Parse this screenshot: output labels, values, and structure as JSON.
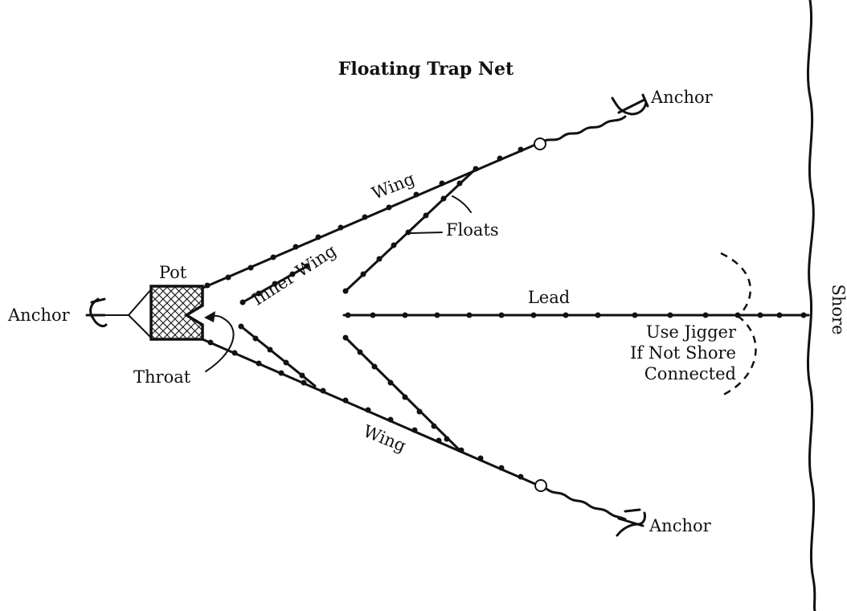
{
  "title": "Floating Trap Net",
  "labels": {
    "anchor_top": "Anchor",
    "anchor_left": "Anchor",
    "anchor_bottom": "Anchor",
    "wing_top": "Wing",
    "wing_bottom": "Wing",
    "floats": "Floats",
    "inner_wing": "Inner Wing",
    "pot": "Pot",
    "throat": "Throat",
    "lead": "Lead",
    "shore": "Shore",
    "jigger_line1": "Use Jigger",
    "jigger_line2": "If Not Shore",
    "jigger_line3": "Connected"
  },
  "colors": {
    "ink": "#111111",
    "paper": "#ffffff"
  }
}
